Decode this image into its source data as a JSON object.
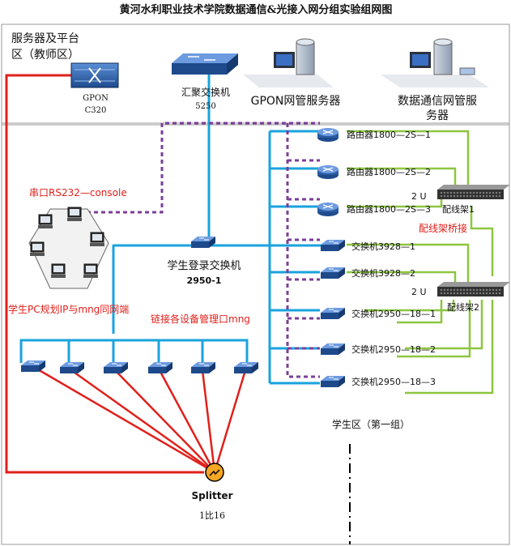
{
  "title": "黄河水利职业技术学院数据通信&光接入网分组实验组网图",
  "server_zone": {
    "label_line1": "服务器及平台",
    "label_line2": "区（教师区）"
  },
  "gpon": {
    "line1": "GPON",
    "line2": "C320"
  },
  "aggregation_switch": {
    "line1": "汇聚交换机",
    "line2": "5250"
  },
  "gpon_nms": {
    "label": "GPON网管服务器"
  },
  "datacom_nms": {
    "line1": "数据通信网管服",
    "line2": "务器"
  },
  "routers": [
    {
      "label": "路由器1800—2S—1"
    },
    {
      "label": "路由器1800—2S—2"
    },
    {
      "label": "路由器1800—2S—3"
    }
  ],
  "switches": [
    {
      "label": "交换机3928—1"
    },
    {
      "label": "交换机3928—2"
    },
    {
      "label": "交换机2950—18—1"
    },
    {
      "label": "交换机2950—18—2"
    },
    {
      "label": "交换机2950—18—3"
    }
  ],
  "patch_panel_1": {
    "units": "2 U",
    "label": "配线架1"
  },
  "patch_panel_2": {
    "units": "2 U",
    "label": "配线架2"
  },
  "patch_bridge_label": "配线架桥接",
  "console_label": "串口RS232—console",
  "student_switch": {
    "line1": "学生登录交换机",
    "line2": "2950-1"
  },
  "pc_ip_label": "学生PC规划IP与mng同网端",
  "mng_link_label": "链接各设备管理口mng",
  "student_zone_label": "学生区（第一组）",
  "splitter": {
    "label": "Splitter",
    "ratio": "1比16"
  },
  "colors": {
    "fiber": "#e0201b",
    "ethernet": "#1aa3dd",
    "console": "#7b3f99",
    "patch": "#8cc63f",
    "device": "#1e4a8c"
  }
}
